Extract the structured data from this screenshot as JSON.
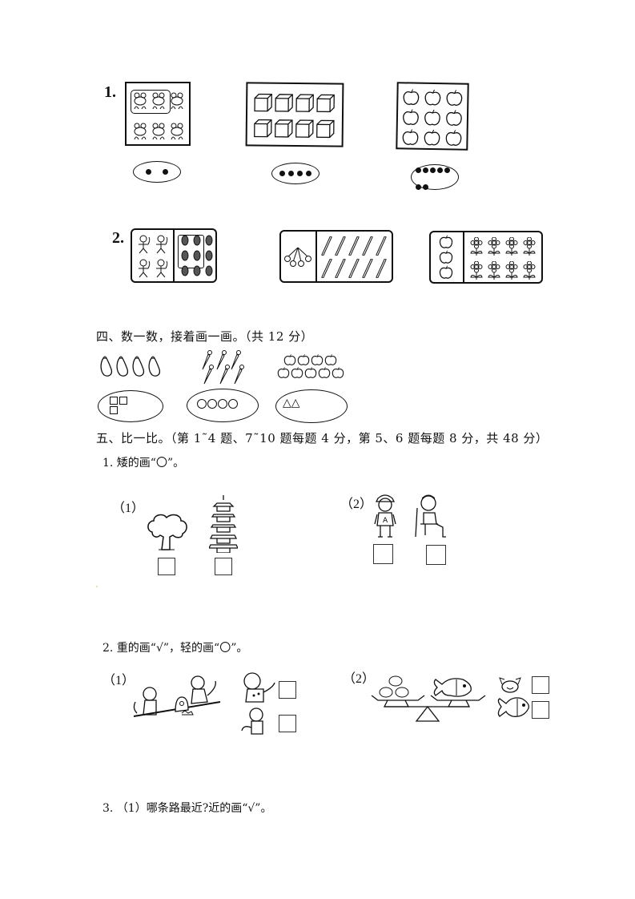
{
  "section3_continued": {
    "q1": {
      "number": "1.",
      "groups": [
        {
          "item": "frog",
          "count": 6,
          "circled": 2,
          "dots": 2
        },
        {
          "item": "cube",
          "count": 8,
          "dots": 4
        },
        {
          "item": "apple",
          "count": 9,
          "dots": 7
        }
      ]
    },
    "q2": {
      "number": "2.",
      "groups": [
        {
          "left_item": "monkey",
          "left_count": 4,
          "right_item": "peanut",
          "right_count": 9,
          "circled": 4
        },
        {
          "left_item": "cherry-bunch",
          "left_count": 1,
          "right_item": "stick",
          "right_count": 10
        },
        {
          "left_item": "apple",
          "left_count": 3,
          "right_item": "flower",
          "right_count": 8
        }
      ]
    }
  },
  "section4": {
    "heading": "四、数一数，接着画一画。（共 12 分）",
    "groups": [
      {
        "item": "eggplant",
        "count": 4,
        "shape": "square",
        "drawn": 3
      },
      {
        "item": "carrot",
        "count": 6,
        "shape": "circle",
        "drawn": 4
      },
      {
        "item": "apple",
        "count": 9,
        "shape": "triangle",
        "drawn": 2
      }
    ],
    "square_glyph": "□",
    "triangle_glyph": "△△"
  },
  "section5": {
    "heading": "五、比一比。（第 1˜4 题、7˜10 题每题 4 分，第 5、6 题每题 8 分，共 48 分）",
    "q1": {
      "prompt": "1. 矮的画“〇”。",
      "part1": {
        "label": "（1）",
        "items": [
          "tree",
          "pagoda"
        ]
      },
      "part2": {
        "label": "（2）",
        "items": [
          "standing-boy",
          "sitting-girl"
        ]
      }
    },
    "q2": {
      "prompt": "2. 重的画“√”，轻的画“〇”。",
      "part1": {
        "label": "（1）",
        "items": [
          "seesaw-tigers",
          "big-tiger",
          "small-tiger"
        ]
      },
      "part2": {
        "label": "（2）",
        "items": [
          "balance-crabs-fish",
          "crab",
          "fish"
        ]
      }
    },
    "q3": {
      "prompt": "3. （1）哪条路最近?近的画“√”。"
    }
  }
}
